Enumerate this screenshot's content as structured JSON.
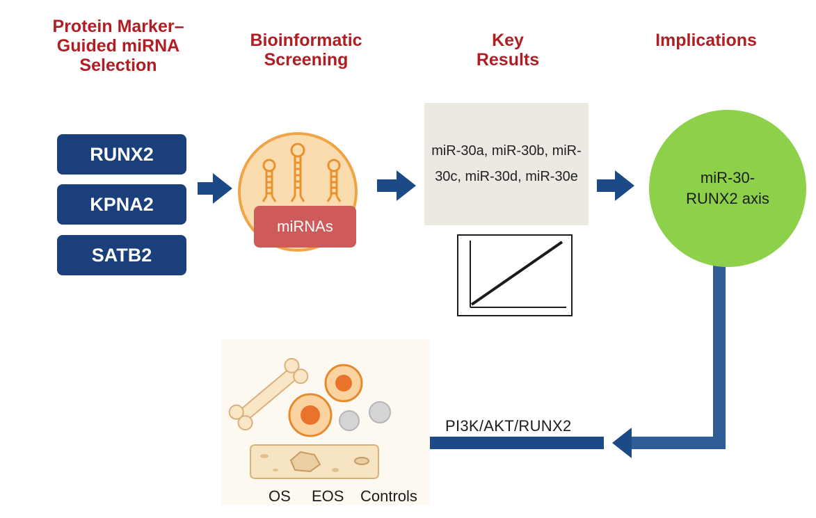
{
  "headings": {
    "selection": [
      "Protein Marker–",
      "Guided miRNA",
      "Selection"
    ],
    "screening": [
      "Bioinformatic",
      "Screening"
    ],
    "results": [
      "Key",
      "Results"
    ],
    "implications": "Implications"
  },
  "protein_markers": [
    "RUNX2",
    "KPNA2",
    "SATB2"
  ],
  "mirna_label": "miRNAs",
  "key_results_text": "miR-30a, miR-30b, miR-30c, miR-30d, miR-30e",
  "axis_label": [
    "miR-30-",
    "RUNX2 axis"
  ],
  "pathway_label": "PI3K/AKT/RUNX2",
  "groups": [
    "OS",
    "EOS",
    "Controls"
  ],
  "colors": {
    "heading": "#b01e23",
    "marker_box": "#1b3f7a",
    "arrow": "#1b4a86",
    "mirna_label": "#cf5a5a",
    "axis_circle": "#8dd04a",
    "results_box": "#ebe9e1"
  },
  "icons": {
    "mirna_circle": "hairpin-rna-icon",
    "results_plot": "line-plot-icon",
    "illustration": "bone-and-cells-icon"
  }
}
